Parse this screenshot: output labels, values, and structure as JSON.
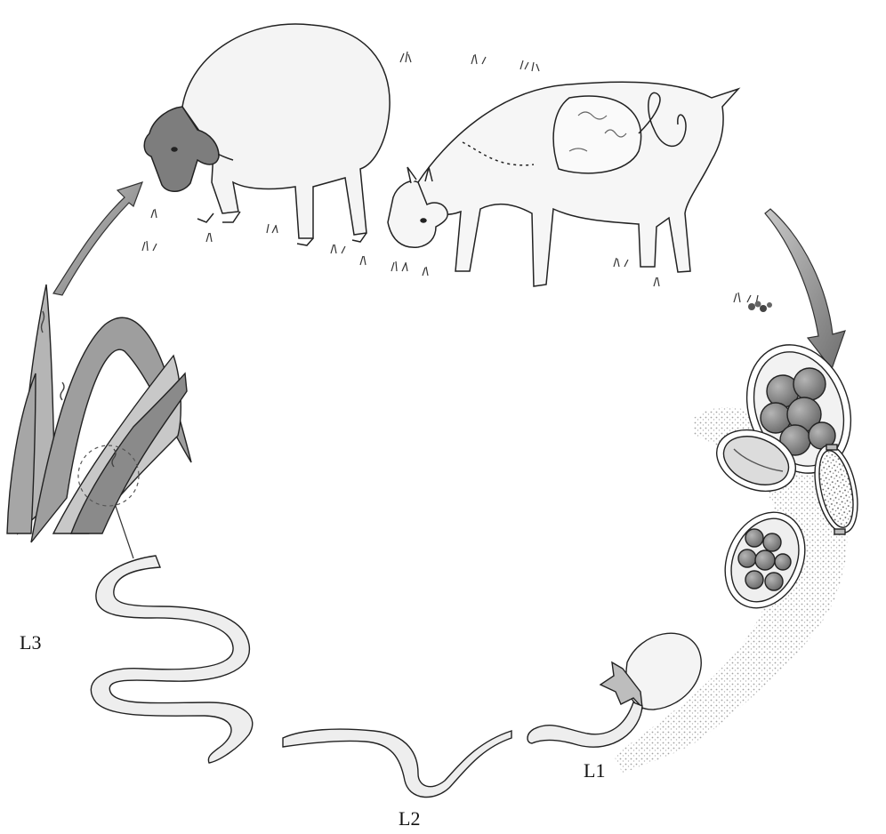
{
  "diagram": {
    "stages": [
      {
        "id": "L3",
        "label": "L3"
      },
      {
        "id": "L2",
        "label": "L2"
      },
      {
        "id": "L1",
        "label": "L1"
      }
    ],
    "colors": {
      "ink": "#222222",
      "fill_gray": "#9a9a9a",
      "fill_light": "#e9e9e9",
      "dark_gray": "#6e6e6e"
    }
  }
}
